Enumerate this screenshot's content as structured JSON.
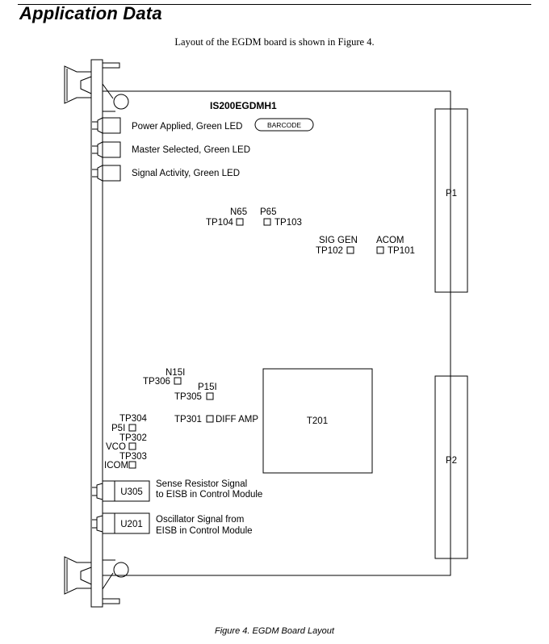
{
  "header": {
    "title": "Application Data"
  },
  "intro": "Layout of the EGDM board is shown in Figure 4.",
  "caption": "Figure 4.  EGDM Board Layout",
  "board": {
    "part_number": "IS200EGDMH1",
    "barcode": "BARCODE",
    "leds": [
      "Power Applied,  Green LED",
      "Master Selected, Green LED",
      "Signal Activity,   Green LED"
    ],
    "connectors": {
      "p1": "P1",
      "p2": "P2"
    },
    "transformer": "T201",
    "test_points": {
      "n65": "N65",
      "tp104": "TP104",
      "p65": "P65",
      "tp103": "TP103",
      "sig_gen": "SIG GEN",
      "tp102": "TP102",
      "acom": "ACOM",
      "tp101": "TP101",
      "n15i": "N15I",
      "tp306": "TP306",
      "p15i": "P15I",
      "tp305": "TP305",
      "tp301": "TP301",
      "diff_amp": "DIFF AMP",
      "tp304": "TP304",
      "p5i": "P5I",
      "tp302": "TP302",
      "vco": "VCO",
      "tp303": "TP303",
      "icom": "ICOM"
    },
    "u305": {
      "label": "U305",
      "desc_1": "Sense Resistor Signal",
      "desc_2": "to EISB in Control Module"
    },
    "u201": {
      "label": "U201",
      "desc_1": "Oscillator Signal from",
      "desc_2": "EISB in Control Module"
    }
  }
}
